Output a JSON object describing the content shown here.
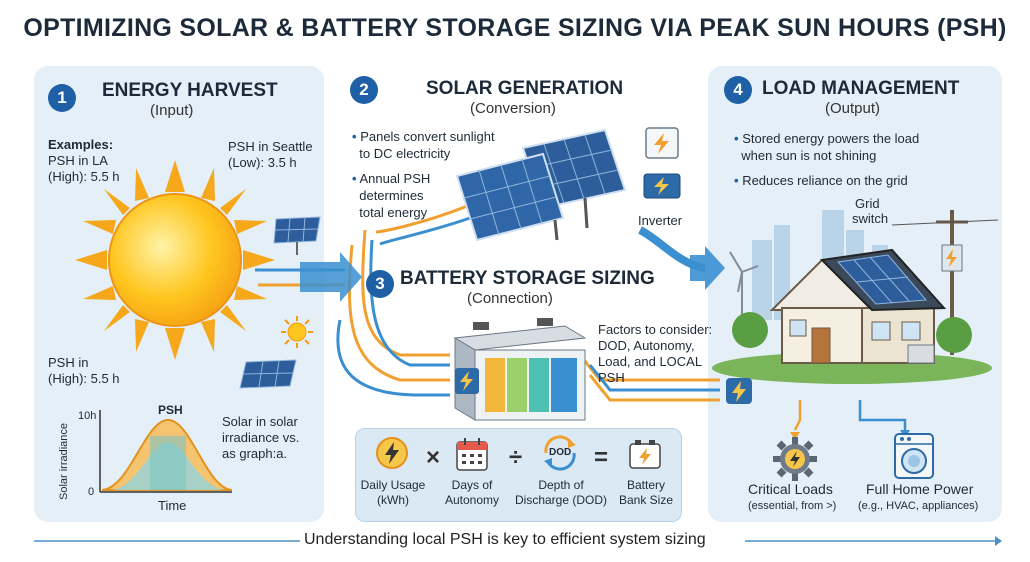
{
  "title": "OPTIMIZING SOLAR & BATTERY STORAGE SIZING VIA PEAK SUN HOURS (PSH)",
  "sections": {
    "harvest": {
      "number": "1",
      "title": "ENERGY HARVEST",
      "subtitle": "(Input)",
      "examples_label": "Examples:",
      "psh_la": "PSH in LA",
      "psh_la_value": "(High): 5.5 h",
      "psh_seattle": "PSH in Seattle",
      "psh_seattle_value": "(Low): 3.5 h",
      "psh_in": "PSH in",
      "psh_in_value": "(High): 5.5 h",
      "graph_label": "Solar in solar",
      "graph_label2": "irradiance vs.",
      "graph_label3": "as graph:a.",
      "graph_title": "PSH",
      "graph_ylabel": "Solar irradiance",
      "graph_ytick_top": "10h",
      "graph_ytick_bottom": "0",
      "graph_xlabel": "Time"
    },
    "generation": {
      "number": "2",
      "title": "SOLAR GENERATION",
      "subtitle": "(Conversion)",
      "bullet1_line1": "Panels convert sunlight",
      "bullet1_line2": "to DC electricity",
      "bullet2_line1": "Annual PSH",
      "bullet2_line2": "determines",
      "bullet2_line3": "total energy",
      "inverter_label": "Inverter"
    },
    "battery": {
      "number": "3",
      "title": "BATTERY STORAGE SIZING",
      "subtitle": "(Connection)",
      "factors_line1": "Factors to consider:",
      "factors_line2": "DOD, Autonomy,",
      "factors_line3": "Load, and LOCAL",
      "factors_line4": "PSH",
      "formula": {
        "daily_usage_1": "Daily Usage",
        "daily_usage_2": "(kWh)",
        "op1": "×",
        "days_1": "Days of",
        "days_2": "Autonomy",
        "op2": "÷",
        "dod_icon_text": "DOD",
        "dod_1": "Depth of",
        "dod_2": "Discharge (DOD)",
        "op3": "=",
        "bank_1": "Battery",
        "bank_2": "Bank Size"
      }
    },
    "load": {
      "number": "4",
      "title": "LOAD MANAGEMENT",
      "subtitle": "(Output)",
      "bullet1_line1": "Stored energy powers the load",
      "bullet1_line2": "when sun is not shining",
      "bullet2": "Reduces reliance on the grid",
      "grid_switch_1": "Grid",
      "grid_switch_2": "switch",
      "critical_1": "Critical Loads",
      "critical_2": "(essential, from >)",
      "full_1": "Full Home Power",
      "full_2": "(e.g., HVAC, appliances)"
    }
  },
  "footer": "Understanding local PSH is key to efficient system sizing",
  "colors": {
    "accent": "#1e5fa6",
    "panel": "#e4eff8",
    "sun": "#f6b21a",
    "flow_orange": "#f0a030",
    "flow_blue": "#3a8fd0"
  }
}
